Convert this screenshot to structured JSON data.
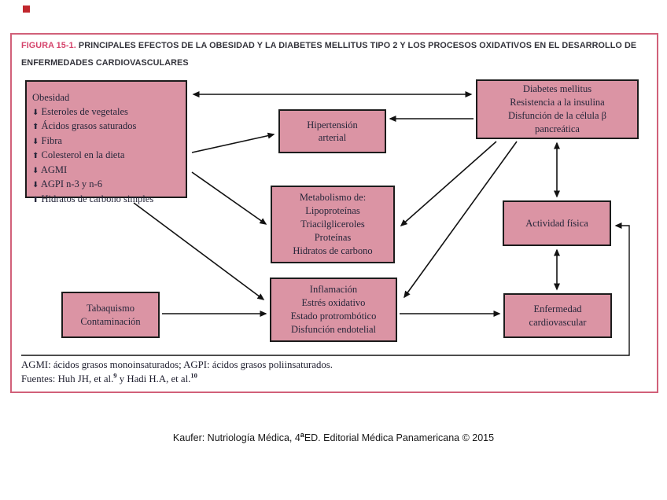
{
  "figure": {
    "label": "FIGURA 15-1.",
    "title": "PRINCIPALES EFECTOS DE LA OBESIDAD Y LA DIABETES MELLITUS TIPO 2 Y LOS PROCESOS OXIDATIVOS EN EL DESARROLLO DE ENFERMEDADES CARDIOVASCULARES",
    "accent_color": "#d5436b",
    "frame_border_color": "#d16079",
    "box_fill_color": "#db94a4"
  },
  "boxes": {
    "obesidad": {
      "title": "Obesidad",
      "items": [
        {
          "glyph": "⬇",
          "dir": "down",
          "label": "Esteroles de vegetales"
        },
        {
          "glyph": "⬆",
          "dir": "up",
          "label": "Ácidos grasos saturados"
        },
        {
          "glyph": "⬇",
          "dir": "down",
          "label": "Fibra"
        },
        {
          "glyph": "⬆",
          "dir": "up",
          "label": "Colesterol en la dieta"
        },
        {
          "glyph": "⬇",
          "dir": "down",
          "label": "AGMI"
        },
        {
          "glyph": "⬇",
          "dir": "down",
          "label": "AGPI n-3 y n-6"
        },
        {
          "glyph": "⬆",
          "dir": "up",
          "label": "Hidratos de carbono simples"
        }
      ]
    },
    "hipertension": {
      "lines": [
        "Hipertensión",
        "arterial"
      ]
    },
    "diabetes": {
      "lines": [
        "Diabetes mellitus",
        "Resistencia a la insulina",
        "Disfunción de la célula β",
        "pancreática"
      ]
    },
    "metabolismo": {
      "lines": [
        "Metabolismo de:",
        "Lipoproteínas",
        "Triacilgliceroles",
        "Proteínas",
        "Hidratos de carbono"
      ]
    },
    "actividad": {
      "lines": [
        "Actividad física"
      ]
    },
    "tabaquismo": {
      "lines": [
        "Tabaquismo",
        "Contaminación"
      ]
    },
    "inflamacion": {
      "lines": [
        "Inflamación",
        "Estrés oxidativo",
        "Estado protrombótico",
        "Disfunción endotelial"
      ]
    },
    "enfermedad": {
      "lines": [
        "Enfermedad",
        "cardiovascular"
      ]
    }
  },
  "footnotes": {
    "line1": "AGMI: ácidos grasos monoinsaturados; AGPI: ácidos grasos poliinsaturados.",
    "line2_prefix": "Fuentes: Huh JH, et al.",
    "line2_sup1": "9",
    "line2_mid": " y Hadi H.A, et al.",
    "line2_sup2": "10"
  },
  "caption": {
    "prefix": "Kaufer: Nutriología Médica, 4",
    "sup": "a",
    "suffix": "ED. Editorial Médica Panamericana © 2015"
  }
}
